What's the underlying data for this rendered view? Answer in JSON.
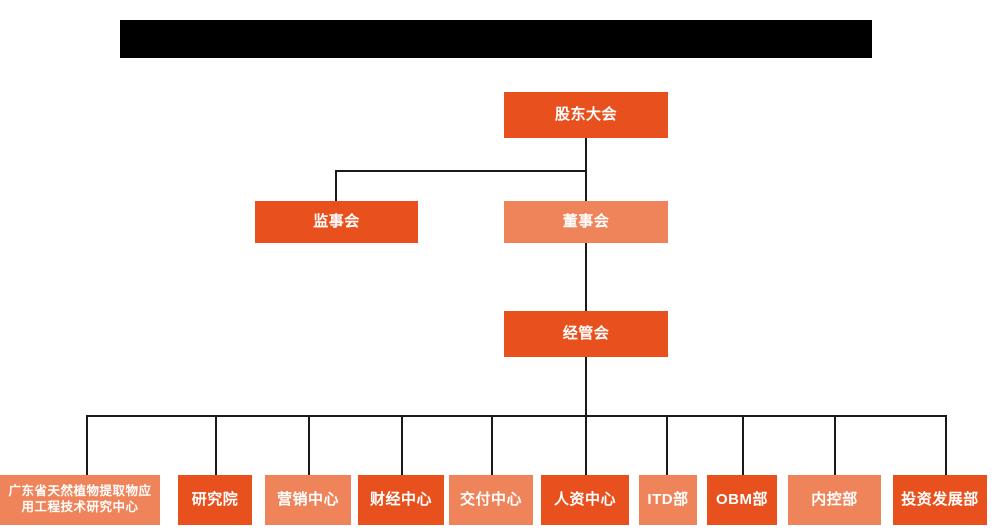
{
  "document": {
    "type": "organization-chart",
    "title_bar": {
      "name": "redacted-title-bar",
      "text": "",
      "color": "#000000"
    },
    "palette": {
      "background": "#ffffff",
      "node_dark": "#E8511D",
      "node_light": "#EF8359",
      "connector": "#1a1a1a",
      "node_text": "#ffffff"
    }
  },
  "nodes": {
    "shareholders_meeting": {
      "label": "股东大会",
      "tone": "dark"
    },
    "board_of_supervisors": {
      "label": "监事会",
      "tone": "dark"
    },
    "board_of_directors": {
      "label": "董事会",
      "tone": "light"
    },
    "management_committee": {
      "label": "经管会",
      "tone": "dark"
    }
  },
  "departments": [
    {
      "label": "广东省天然植物提取物应\n用工程技术研究中心",
      "line1": "广东省天然植物提取物应",
      "line2": "用工程技术研究中心",
      "tone": "light",
      "multiline": true
    },
    {
      "label": "研究院",
      "tone": "dark",
      "multiline": false
    },
    {
      "label": "营销中心",
      "tone": "light",
      "multiline": false
    },
    {
      "label": "财经中心",
      "tone": "dark",
      "multiline": false
    },
    {
      "label": "交付中心",
      "tone": "light",
      "multiline": false
    },
    {
      "label": "人资中心",
      "tone": "dark",
      "multiline": false
    },
    {
      "label": "ITD部",
      "tone": "light",
      "multiline": false
    },
    {
      "label": "OBM部",
      "tone": "dark",
      "multiline": false
    },
    {
      "label": "内控部",
      "tone": "light",
      "multiline": false
    },
    {
      "label": "投资发展部",
      "tone": "dark",
      "multiline": false
    }
  ]
}
